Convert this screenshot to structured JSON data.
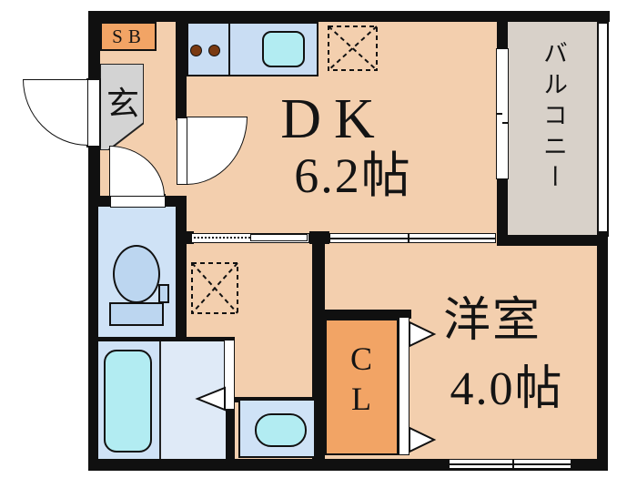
{
  "floorplan": {
    "dk": {
      "name": "DK",
      "size": "6.2帖"
    },
    "western_room": {
      "name": "洋室",
      "size": "4.0帖"
    },
    "balcony": {
      "name": "バルコニー"
    },
    "entrance": {
      "name": "玄"
    },
    "shoe_box": {
      "name": "SB"
    },
    "closet": {
      "line1": "C",
      "line2": "L"
    },
    "colors": {
      "floor": "#f3cfae",
      "storage_orange": "#f2a465",
      "entrance_gray": "#d3d3d3",
      "balcony_gray": "#d8d1c9",
      "wet_room_blue": "#cfe2f6",
      "kitchen_counter_blue": "#c9ddf3",
      "fixture_cyan": "#b2ecf2",
      "toilet_blue": "#bcd6f0",
      "burner_brown": "#7a3a12",
      "wall": "#101010"
    },
    "fixture_icons": {
      "kitchen": [
        "stove-burners-icon",
        "sink-icon"
      ],
      "appliance_spaces": [
        "refrigerator-space-icon",
        "washing-machine-space-icon"
      ],
      "sanitary": [
        "toilet-icon",
        "bathtub-icon",
        "washbasin-icon"
      ]
    }
  }
}
